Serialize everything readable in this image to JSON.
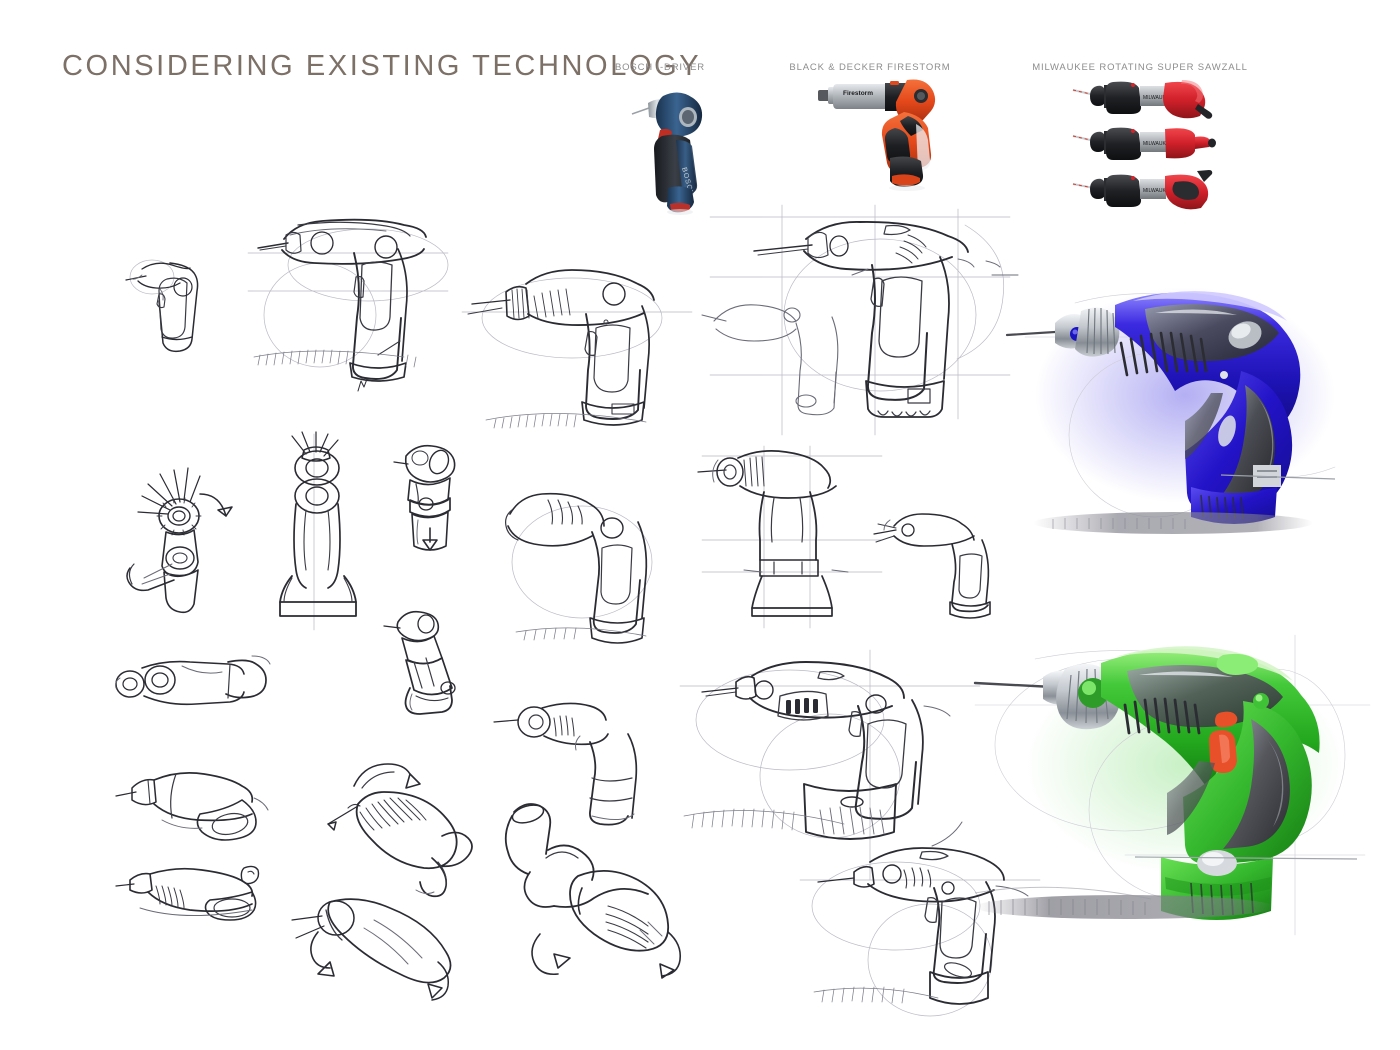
{
  "page": {
    "title": "CONSIDERING EXISTING TECHNOLOGY",
    "background_color": "#ffffff",
    "title_color": "#7d7067",
    "caption_color": "#8d8d8d",
    "board_type": "industrial-design-ideation-sheet"
  },
  "reference_products": [
    {
      "id": "bosch-i-driver",
      "caption": "BOSCH I-DRIVER",
      "body_color": "#2c4f74",
      "accent_color": "#c0392b",
      "dark_color": "#23262b",
      "metal_color": "#b9bfc6",
      "description": "right-angle cordless impact driver, blue body with red accents"
    },
    {
      "id": "black-decker-firestorm",
      "caption": "BLACK & DECKER FIRESTORM",
      "body_color": "#e8541f",
      "accent_color": "#1d1d1f",
      "dark_color": "#2a2a2c",
      "metal_color": "#c3c7cb",
      "description": "pivoting-handle cordless screwdriver, orange body with black grip"
    },
    {
      "id": "milwaukee-rotating-super-sawzall",
      "caption": "MILWAUKEE ROTATING SUPER SAWZALL",
      "body_color": "#d6232a",
      "accent_color": "#1a1a1c",
      "dark_color": "#2e2e31",
      "metal_color": "#b5b9bd",
      "variant_count": 3,
      "description": "reciprocating saw shown in three rotating-handle positions"
    }
  ],
  "renderings": [
    {
      "id": "blue-concept-render",
      "name": "blue marker concept rendering",
      "body_color": "#2313c8",
      "body_highlight": "#6b5ef0",
      "grip_color": "#4e5058",
      "chuck_color": "#c9cdd3",
      "detail_color": "#1b1fa8",
      "glow_color": "#3a2ee0",
      "features": [
        "silver chuck",
        "vent louvers",
        "side button",
        "gray soft grip",
        "battery clip"
      ]
    },
    {
      "id": "green-concept-render",
      "name": "green marker concept rendering",
      "body_color": "#35b82e",
      "body_highlight": "#7fe06a",
      "grip_color": "#55575d",
      "chuck_color": "#c9cdd3",
      "trigger_color": "#e8502a",
      "detail_color": "#1f8c1a",
      "features": [
        "silver chuck with green cap",
        "orange trigger",
        "orange selector",
        "gray grip insert",
        "battery release button",
        "construction guide lines"
      ]
    }
  ],
  "sketch_groups": [
    {
      "id": "row1-pistol-grip-studies",
      "label": "pistol grip driver side views",
      "count": 5,
      "notes": "thumbnail to refined side elevations with construction circles and ground hatching"
    },
    {
      "id": "row2-articulated-head-studies",
      "label": "articulated pivoting head studies",
      "count": 6,
      "notes": "front and side views with rotation arrows showing head pivot mechanism"
    },
    {
      "id": "row3-inline-palm-grip-studies",
      "label": "inline and palm grip form studies",
      "count": 6,
      "notes": "perspective forms with rotation arrows"
    },
    {
      "id": "right-refined-driver-sketches",
      "label": "refined driver sketches next to renderings",
      "count": 3,
      "notes": "tight perspective sketches preceding the color renderings"
    }
  ]
}
